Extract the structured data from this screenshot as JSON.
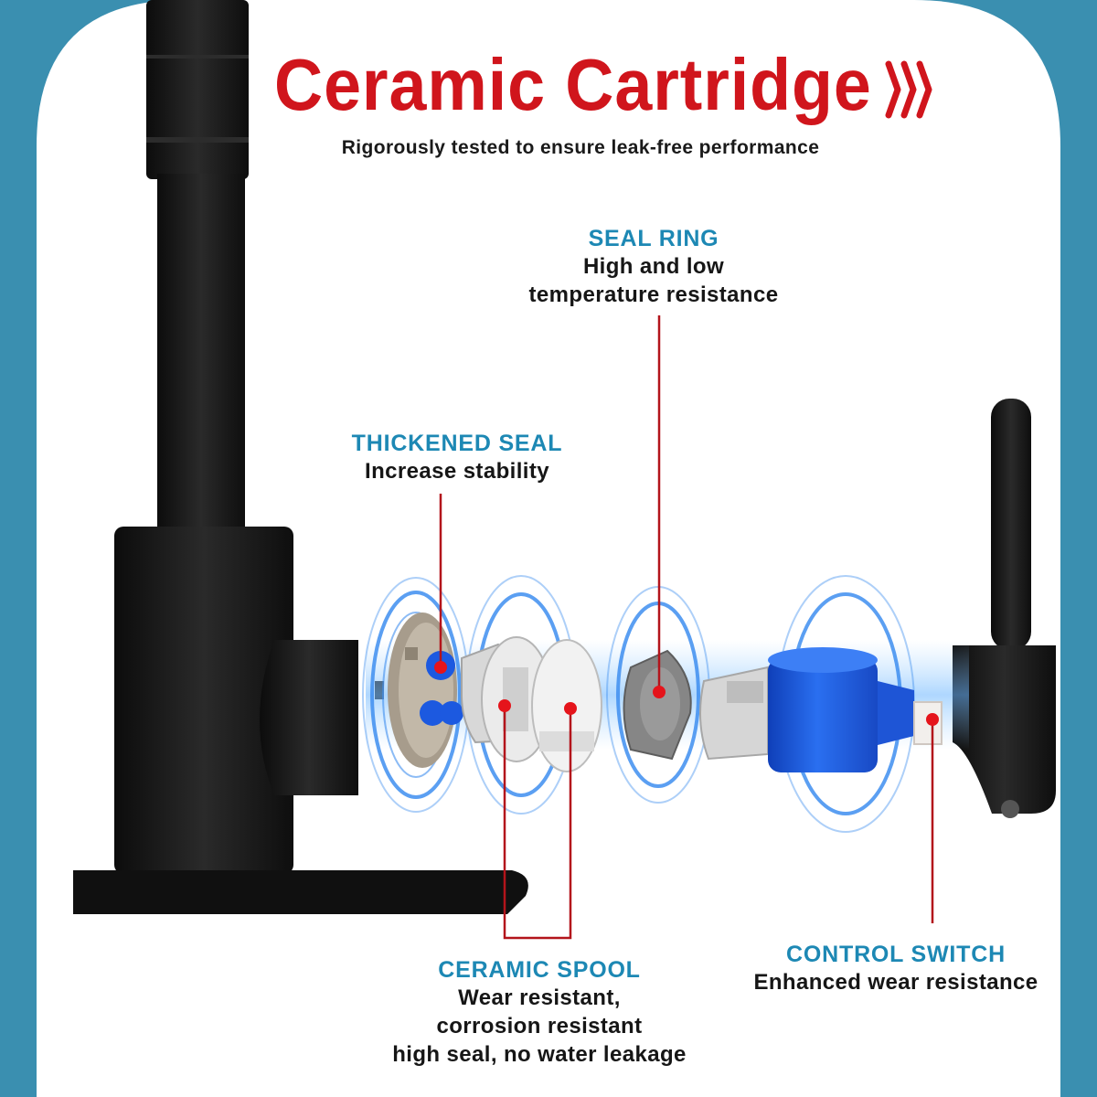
{
  "header": {
    "title": "Ceramic Cartridge",
    "subtitle": "Rigorously tested to ensure leak-free performance"
  },
  "callouts": {
    "seal_ring": {
      "heading": "SEAL RING",
      "lines": [
        "High and low",
        "temperature resistance"
      ]
    },
    "thickened_seal": {
      "heading": "THICKENED SEAL",
      "lines": [
        "Increase stability"
      ]
    },
    "ceramic_spool": {
      "heading": "CERAMIC SPOOL",
      "lines": [
        "Wear resistant,",
        "corrosion resistant",
        "high seal, no water leakage"
      ]
    },
    "control_switch": {
      "heading": "CONTROL SWITCH",
      "lines": [
        "Enhanced wear resistance"
      ]
    }
  },
  "colors": {
    "frame": "#3a8fb0",
    "panel": "#ffffff",
    "title": "#d0151c",
    "heading": "#1d88b4",
    "leader": "#b3141b",
    "faucet": "#151515",
    "cartridge": "#1f5fe0",
    "ceramic": "#dcdcdc",
    "glow": "#5aa9ff"
  },
  "icons": {
    "title_arrows": "triple-chevron-right-icon"
  }
}
